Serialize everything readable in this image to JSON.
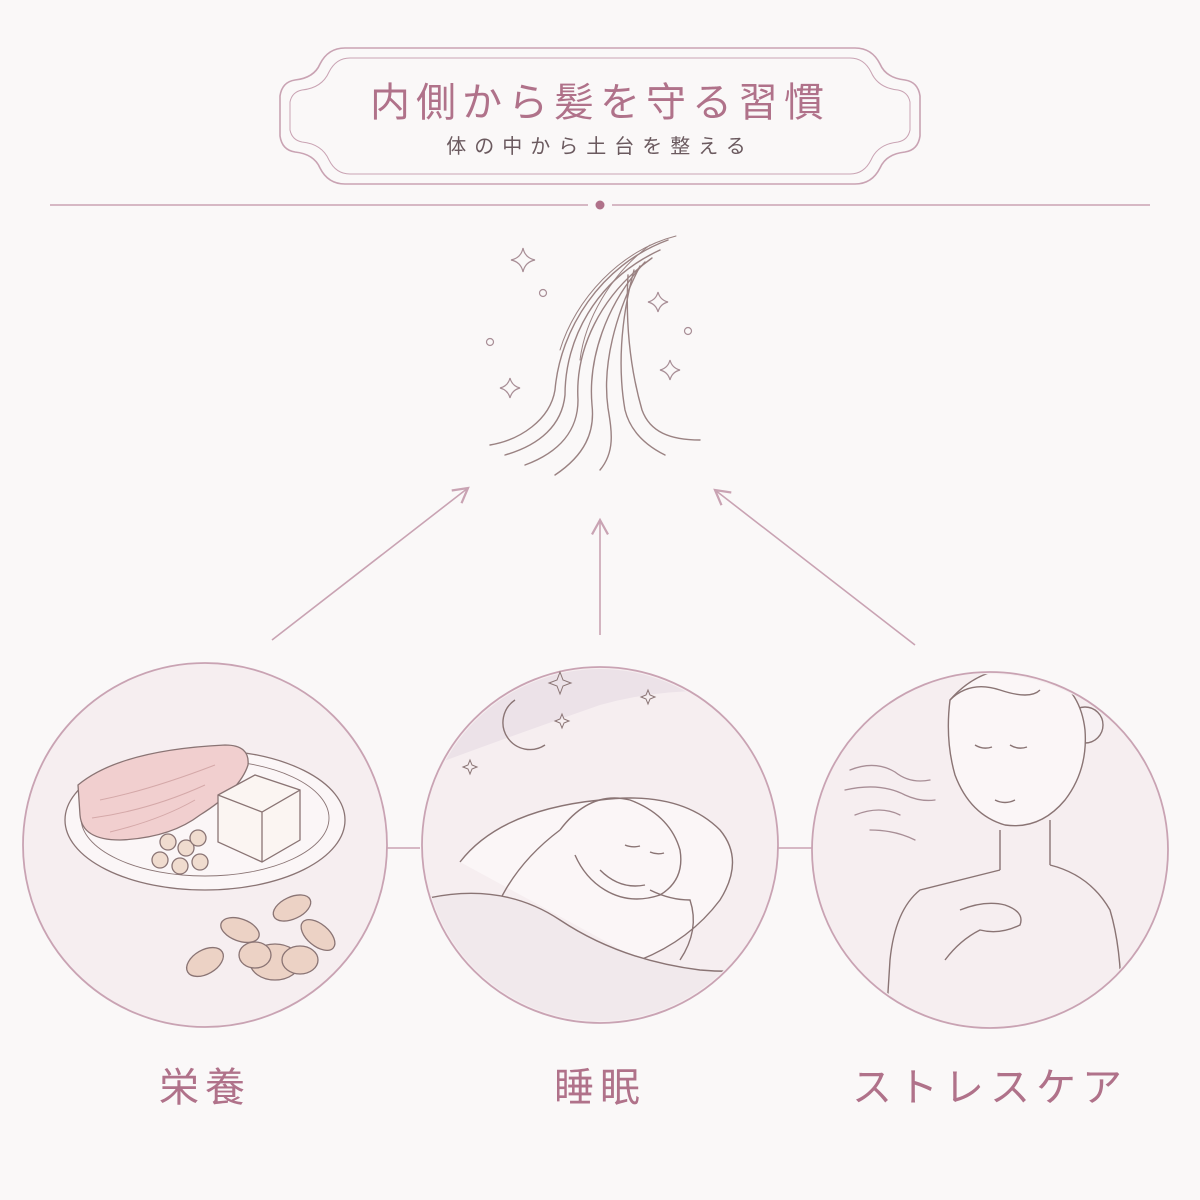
{
  "header": {
    "title": "内側から髪を守る習慣",
    "subtitle": "体の中から土台を整える"
  },
  "center": {
    "icon": "hair-strand-icon"
  },
  "pillars": [
    {
      "label": "栄養",
      "icon": "food-plate-icon"
    },
    {
      "label": "睡眠",
      "icon": "sleeping-woman-icon"
    },
    {
      "label": "ストレスケア",
      "icon": "breathing-woman-icon"
    }
  ],
  "colors": {
    "background": "#faf8f8",
    "accent": "#b0728a",
    "frame": "#c9a3b3",
    "line_art": "#8a7474",
    "circle_fill": "#f6eef0",
    "subtitle": "#6b5a5f"
  }
}
